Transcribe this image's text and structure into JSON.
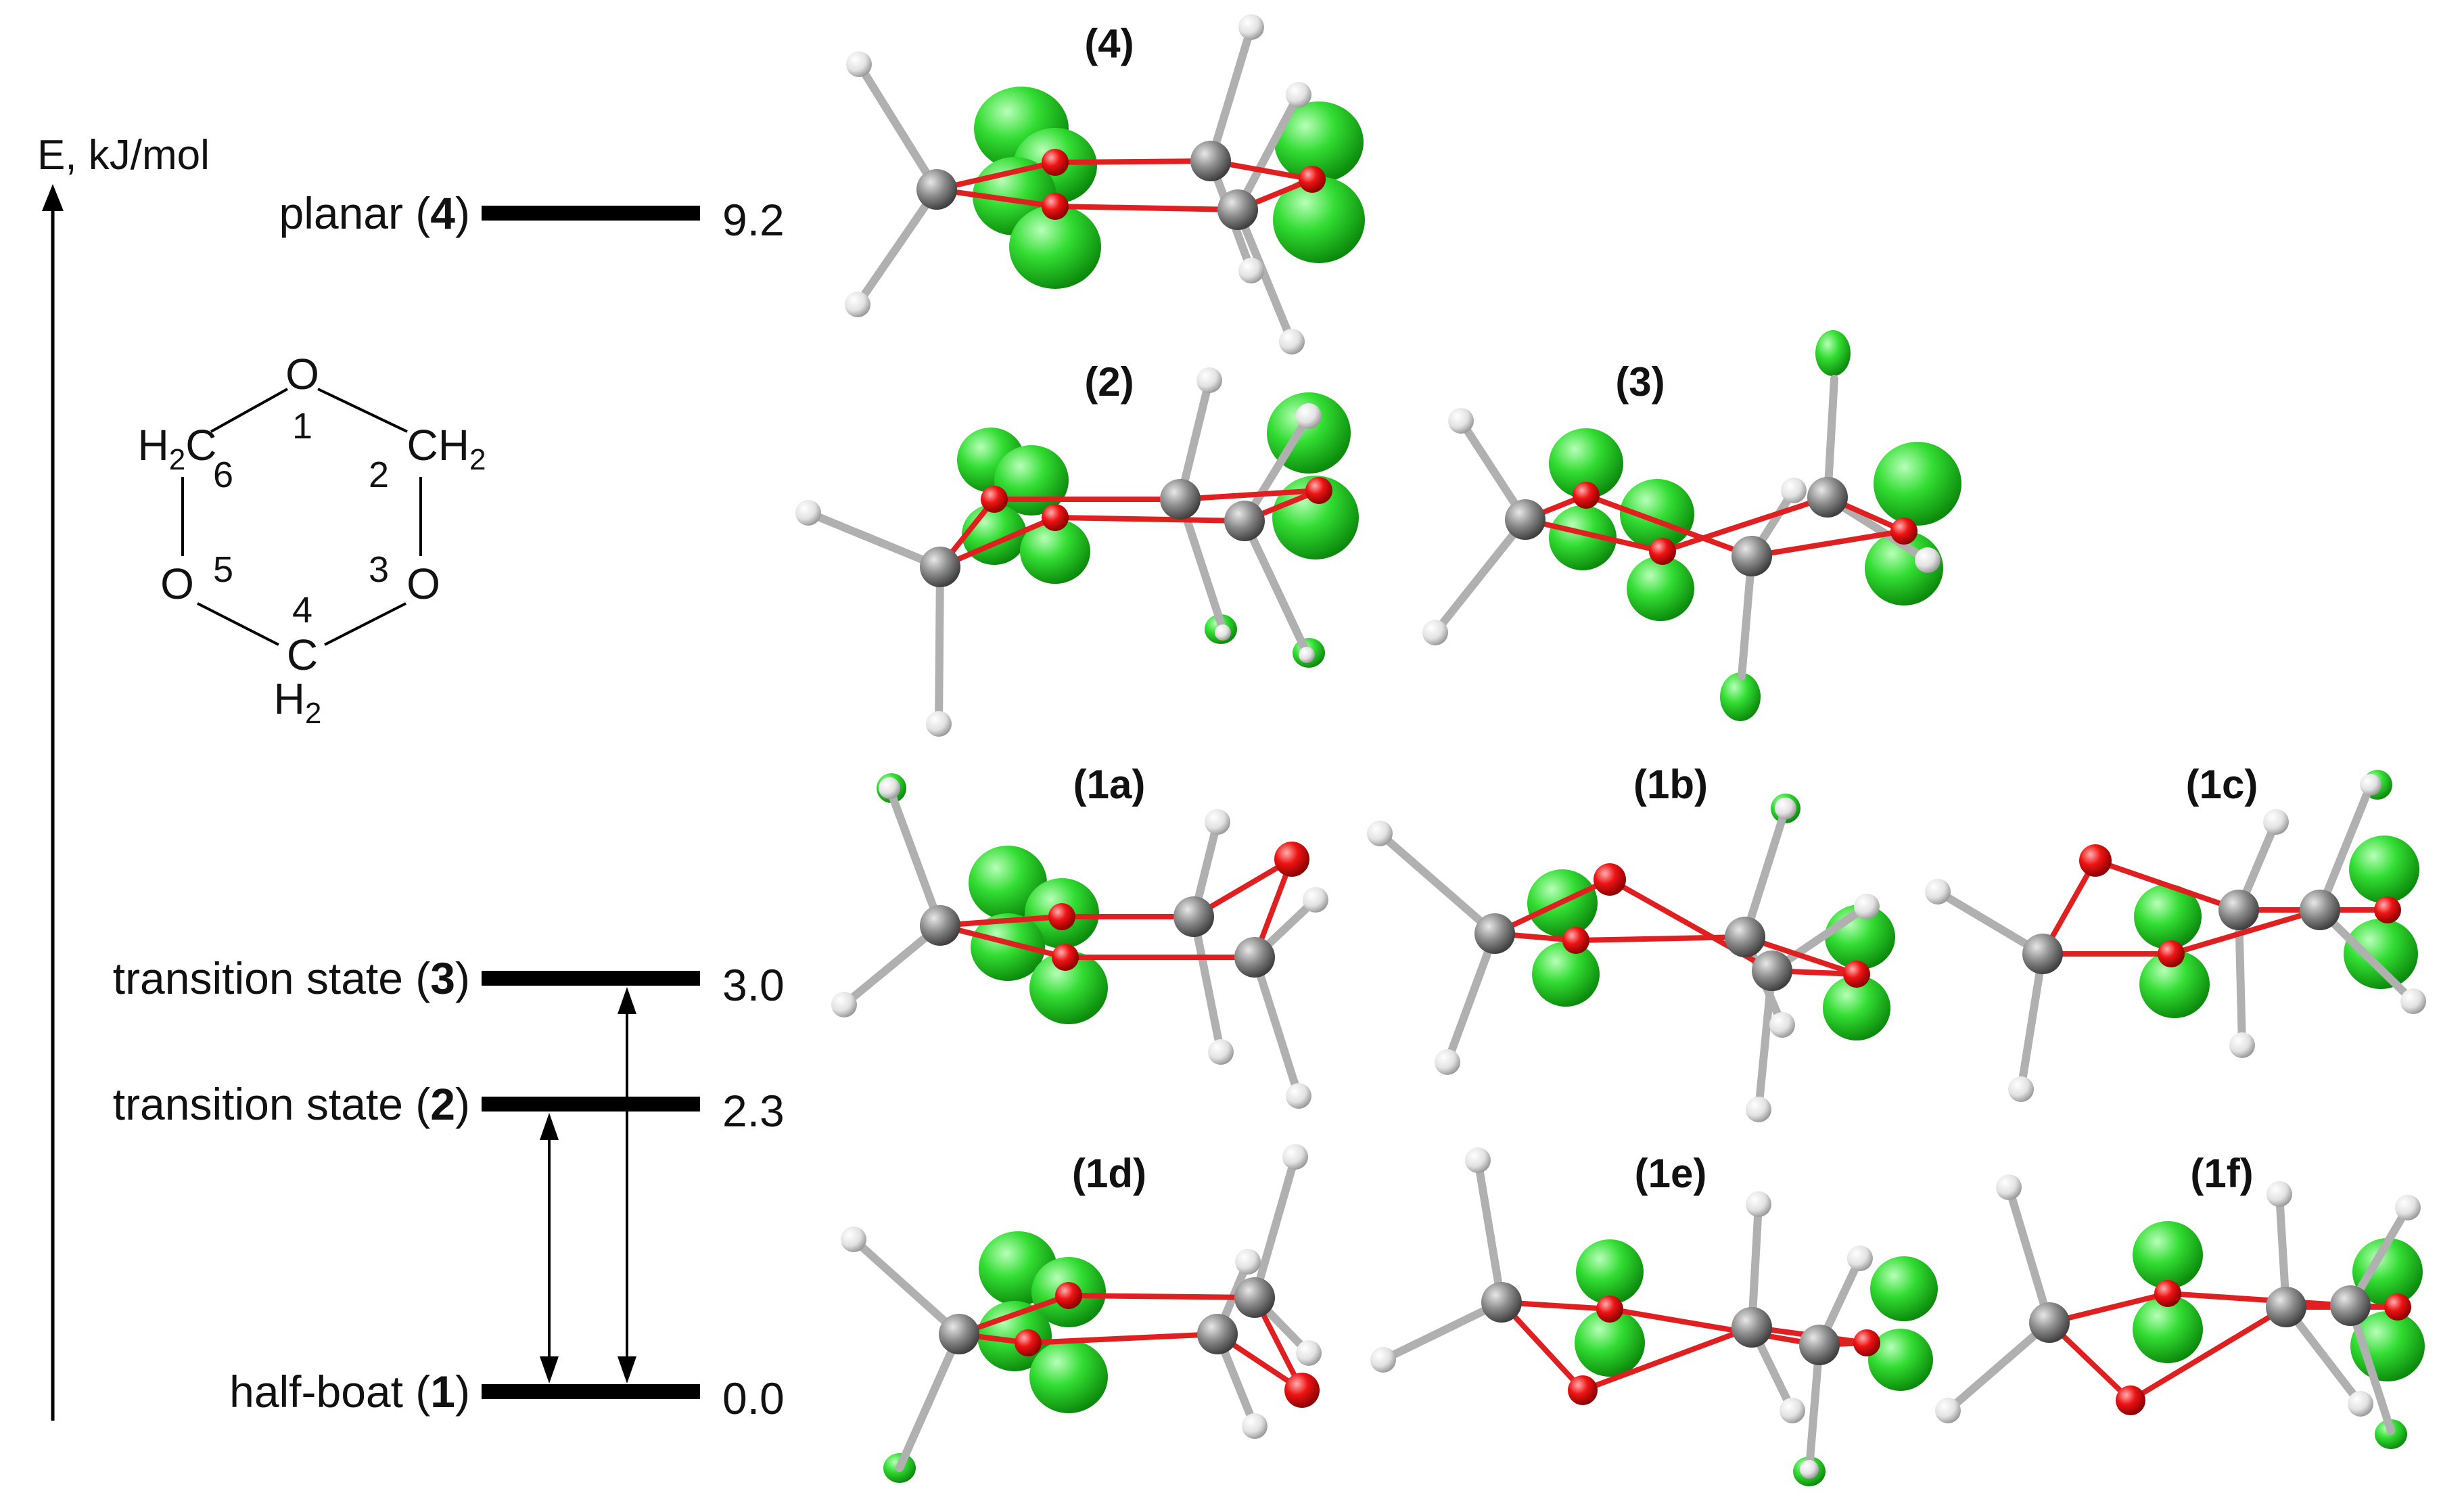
{
  "axis": {
    "label": "E, kJ/mol"
  },
  "levels": [
    {
      "name": "planar",
      "num": "4",
      "value": "9.2"
    },
    {
      "name": "transition state",
      "num": "3",
      "value": "3.0"
    },
    {
      "name": "transition state",
      "num": "2",
      "value": "2.3"
    },
    {
      "name": "half-boat",
      "num": "1",
      "value": "0.0"
    }
  ],
  "structure": {
    "atoms": {
      "o1": "O",
      "o3": "O",
      "o5": "O",
      "c2": "CH",
      "c2sub": "2",
      "c6pre": "H",
      "c6presub": "2",
      "c6": "C",
      "c4": "C",
      "c4h": "H",
      "c4hsub": "2"
    },
    "numbers": [
      "1",
      "2",
      "3",
      "4",
      "5",
      "6"
    ]
  },
  "molecules": [
    "(4)",
    "(2)",
    "(3)",
    "(1a)",
    "(1b)",
    "(1c)",
    "(1d)",
    "(1e)",
    "(1f)"
  ],
  "colors": {
    "carbon": "#8a8a8a",
    "oxygen": "#e01010",
    "hydrogen": "#e6e6e6",
    "lone_pair": "#22cc22",
    "bond_o": "#e02020",
    "bond_h": "#b0b0b0"
  }
}
